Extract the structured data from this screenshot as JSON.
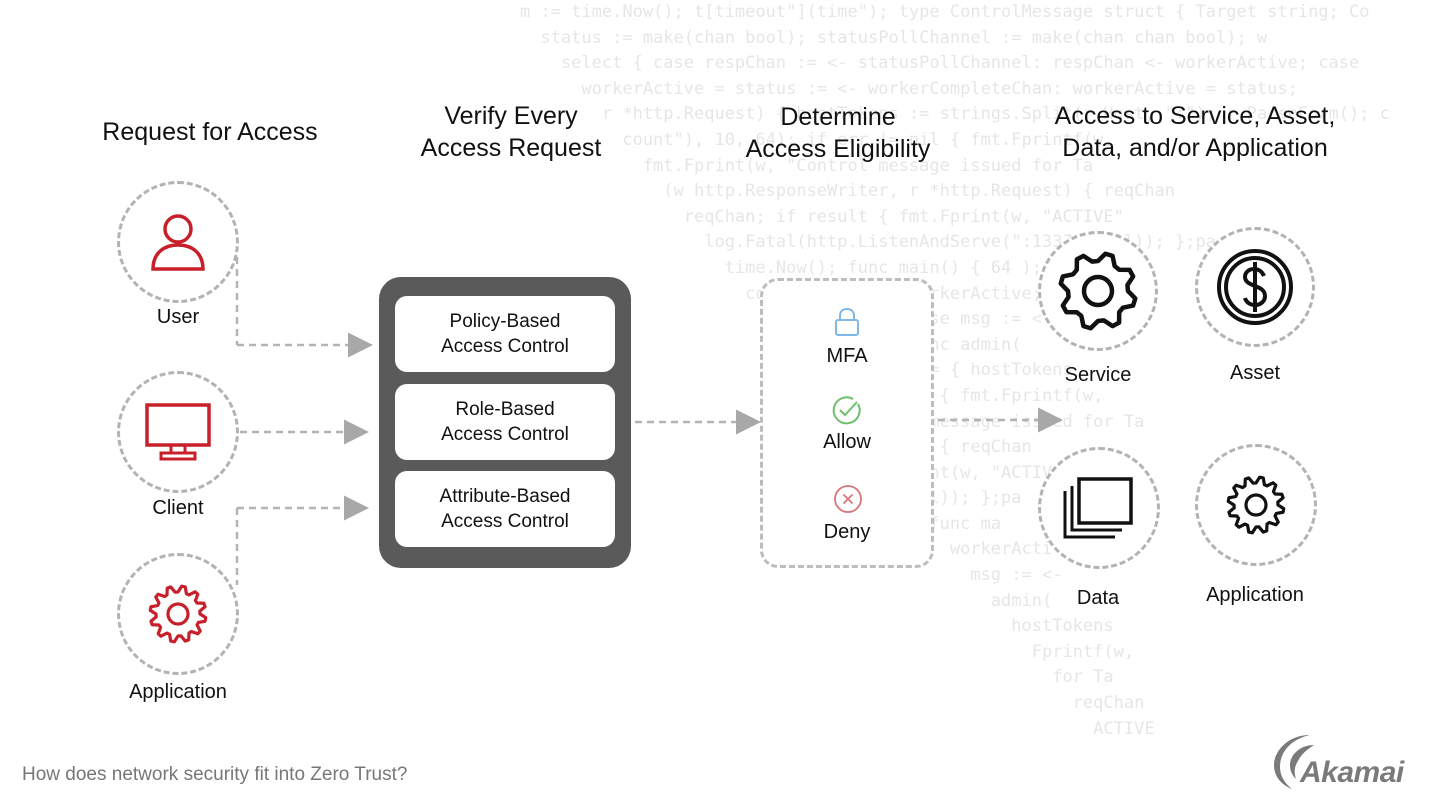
{
  "background_code": [
    "m := time.Now(); t[timeout\"](time\"); type ControlMessage struct { Target string; Co",
    "  status := make(chan bool); statusPollChannel := make(chan chan bool); w",
    "    select { case respChan := <- statusPollChannel: respChan <- workerActive; case",
    "      workerActive = status := <- workerCompleteChan: workerActive = status;",
    "        r *http.Request) { hostTokens := strings.Split(r.Host, \":\"); r.ParseForm(); c",
    "          count\"), 10, 64); if err != nil { fmt.Fprintf(w,",
    "            fmt.Fprint(w, \"Control message issued for Ta",
    "              (w http.ResponseWriter, r *http.Request) { reqChan",
    "                reqChan; if result { fmt.Fprint(w, \"ACTIVE\"",
    "                  log.Fatal(http.ListenAndServe(\":1337\", nil)); };pa",
    "                    time.Now(); func main() { 64 ); func ma",
    "                      controlChannel, workerActive; workerActi",
    "                        workerActive; case msg := <-",
    "                          status; }}; func admin(",
    "                            hostTokens := { hostTokens",
    "                              err != nil { fmt.Fprintf(w,",
    "                                Control message issued for Ta",
    "                                  result { reqChan",
    "                                    Fprint(w, \"ACTIVE\"",
    "                                      nil)); };pa",
    "                                        func ma",
    "                                          workerActi",
    "                                            msg := <-",
    "                                              admin(",
    "                                                hostTokens",
    "                                                  Fprintf(w,",
    "                                                    for Ta",
    "                                                      reqChan",
    "                                                        ACTIVE"
  ],
  "columns": {
    "request": "Request for Access",
    "verify": "Verify Every\nAccess Request",
    "determine": "Determine\nAccess Eligibility",
    "access": "Access to Service, Asset,\nData, and/or Application"
  },
  "requesters": [
    {
      "label": "User",
      "icon": "user-icon"
    },
    {
      "label": "Client",
      "icon": "monitor-icon"
    },
    {
      "label": "Application",
      "icon": "gear-icon"
    }
  ],
  "policies": [
    "Policy-Based\nAccess Control",
    "Role-Based\nAccess Control",
    "Attribute-Based\nAccess Control"
  ],
  "eligibility": [
    {
      "label": "MFA",
      "icon": "lock-icon"
    },
    {
      "label": "Allow",
      "icon": "check-circle-icon"
    },
    {
      "label": "Deny",
      "icon": "x-circle-icon"
    }
  ],
  "resources": [
    {
      "label": "Service",
      "icon": "gear-icon"
    },
    {
      "label": "Asset",
      "icon": "dollar-coin-icon"
    },
    {
      "label": "Data",
      "icon": "stacked-windows-icon"
    },
    {
      "label": "Application",
      "icon": "gear-icon"
    }
  ],
  "footer": {
    "question": "How does network security fit into Zero Trust?",
    "logo": "Akamai"
  },
  "colors": {
    "accent_red": "#c8202a",
    "panel_gray": "#5a5a5a",
    "dash_gray": "#b3b3b3",
    "lock_blue": "#7fb8e6",
    "check_green": "#6cc06c",
    "deny_red": "#d9757a"
  }
}
